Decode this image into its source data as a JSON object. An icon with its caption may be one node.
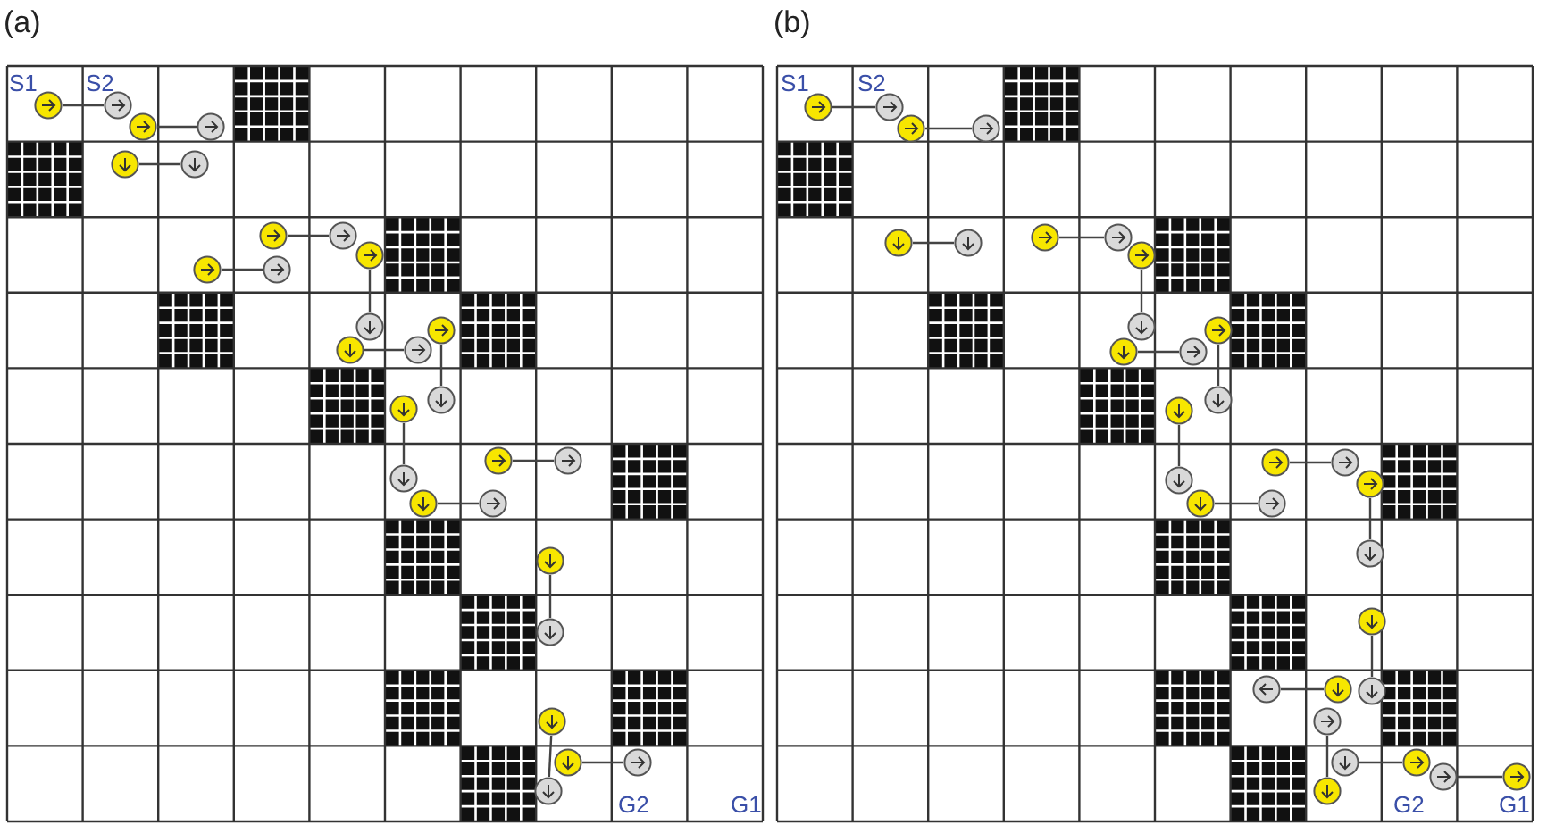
{
  "diagram": {
    "nodes": [
      {
        "text": [],
        "shape": "circle"
      },
      {
        "text": [],
        "shape": "circle"
      },
      {
        "text": [],
        "shape": "circle"
      },
      {
        "text": [],
        "shape": "circle"
      },
      {
        "text": [],
        "shape": "circle"
      },
      {
        "text": [],
        "shape": "circle"
      },
      {
        "text": [],
        "shape": "circle"
      },
      {
        "text": [],
        "shape": "circle"
      },
      {
        "text": [],
        "shape": "circle"
      },
      {
        "text": [],
        "shape": "circle"
      },
      {
        "text": [],
        "shape": "circle"
      },
      {
        "text": [],
        "shape": "circle"
      },
      {
        "text": [],
        "shape": "circle"
      },
      {
        "text": [],
        "shape": "circle"
      },
      {
        "text": [],
        "shape": "circle"
      },
      {
        "text": [],
        "shape": "circle"
      },
      {
        "text": [],
        "shape": "circle"
      },
      {
        "text": [],
        "shape": "circle"
      },
      {
        "text": [],
        "shape": "circle"
      },
      {
        "text": [],
        "shape": "circle"
      },
      {
        "text": [],
        "shape": "circle"
      },
      {
        "text": [],
        "shape": "circle"
      },
      {
        "text": [],
        "shape": "circle"
      },
      {
        "text": [],
        "shape": "circle"
      },
      {
        "text": [],
        "shape": "circle"
      },
      {
        "text": [],
        "shape": "circle"
      },
      {
        "text": [],
        "shape": "circle"
      },
      {
        "text": [],
        "shape": "circle"
      },
      {
        "text": [],
        "shape": "circle"
      },
      {
        "text": [],
        "shape": "circle"
      },
      {
        "text": [],
        "shape": "circle"
      },
      {
        "text": [],
        "shape": "circle"
      },
      {
        "text": [],
        "shape": "circle"
      },
      {
        "text": [],
        "shape": "circle"
      },
      {
        "text": [],
        "shape": "circle"
      },
      {
        "text": [],
        "shape": "circle"
      },
      {
        "text": [],
        "shape": "circle"
      },
      {
        "text": [],
        "shape": "circle"
      },
      {
        "text": [],
        "shape": "circle"
      },
      {
        "text": [],
        "shape": "circle"
      },
      {
        "text": [],
        "shape": "circle"
      },
      {
        "text": [],
        "shape": "circle"
      },
      {
        "text": [],
        "shape": "circle"
      },
      {
        "text": [],
        "shape": "circle"
      },
      {
        "text": [],
        "shape": "circle"
      },
      {
        "text": [],
        "shape": "circle"
      },
      {
        "text": [],
        "shape": "circle"
      },
      {
        "text": [],
        "shape": "circle"
      },
      {
        "text": [],
        "shape": "circle"
      },
      {
        "text": [],
        "shape": "circle"
      },
      {
        "text": [],
        "shape": "circle"
      },
      {
        "text": [],
        "shape": "circle"
      },
      {
        "text": [],
        "shape": "circle"
      },
      {
        "text": [],
        "shape": "circle"
      },
      {
        "text": [],
        "shape": "circle"
      },
      {
        "text": [],
        "shape": "circle"
      },
      {
        "text": [],
        "shape": "circle"
      },
      {
        "text": [],
        "shape": "circle"
      },
      {
        "text": [],
        "shape": "circle"
      },
      {
        "text": [],
        "shape": "circle"
      }
    ],
    "edges": [
      {
        "from": 0,
        "to": 1,
        "arrow": "none"
      },
      {
        "from": 2,
        "to": 3,
        "arrow": "none"
      },
      {
        "from": 4,
        "to": 5,
        "arrow": "none"
      },
      {
        "from": 6,
        "to": 7,
        "arrow": "none"
      },
      {
        "from": 8,
        "to": 9,
        "arrow": "none"
      },
      {
        "from": 10,
        "to": 11,
        "arrow": "none"
      },
      {
        "from": 12,
        "to": 13,
        "arrow": "none"
      },
      {
        "from": 14,
        "to": 15,
        "arrow": "none"
      },
      {
        "from": 16,
        "to": 17,
        "arrow": "none"
      },
      {
        "from": 18,
        "to": 19,
        "arrow": "none"
      },
      {
        "from": 20,
        "to": 21,
        "arrow": "none"
      },
      {
        "from": 22,
        "to": 23,
        "arrow": "none"
      },
      {
        "from": 24,
        "to": 25,
        "arrow": "none"
      },
      {
        "from": 26,
        "to": 27,
        "arrow": "none"
      },
      {
        "from": 28,
        "to": 29,
        "arrow": "none"
      },
      {
        "from": 30,
        "to": 31,
        "arrow": "none"
      },
      {
        "from": 32,
        "to": 33,
        "arrow": "none"
      },
      {
        "from": 34,
        "to": 35,
        "arrow": "none"
      },
      {
        "from": 36,
        "to": 37,
        "arrow": "none"
      },
      {
        "from": 38,
        "to": 39,
        "arrow": "none"
      },
      {
        "from": 40,
        "to": 41,
        "arrow": "none"
      },
      {
        "from": 42,
        "to": 43,
        "arrow": "none"
      },
      {
        "from": 44,
        "to": 45,
        "arrow": "none"
      },
      {
        "from": 46,
        "to": 47,
        "arrow": "none"
      },
      {
        "from": 48,
        "to": 49,
        "arrow": "none"
      },
      {
        "from": 50,
        "to": 51,
        "arrow": "none"
      },
      {
        "from": 52,
        "to": 53,
        "arrow": "none"
      },
      {
        "from": 54,
        "to": 55,
        "arrow": "none"
      },
      {
        "from": 56,
        "to": 57,
        "arrow": "none"
      },
      {
        "from": 58,
        "to": 59,
        "arrow": "none"
      }
    ],
    "labels": [
      "(a)",
      "S1",
      "S2",
      "G2",
      "G1",
      "(b)",
      "S1",
      "S2",
      "G2",
      "G1"
    ]
  }
}
